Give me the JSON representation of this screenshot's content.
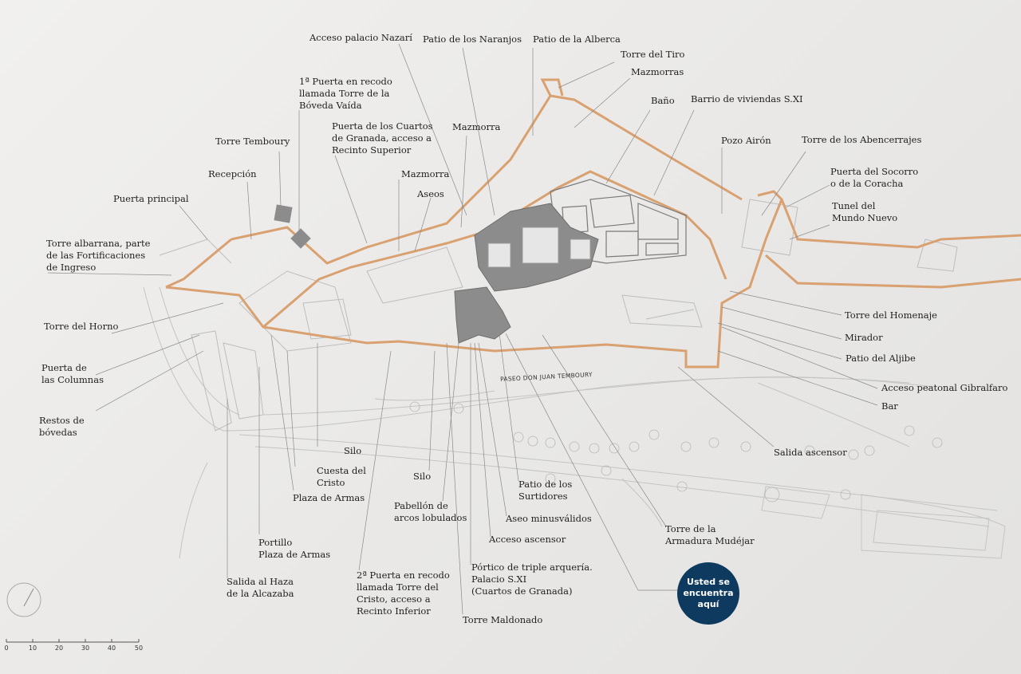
{
  "labels": {
    "acceso_palacio": "Acceso palacio Nazarí",
    "patio_naranjos": "Patio de los Naranjos",
    "patio_alberca": "Patio de la Alberca",
    "torre_tiro": "Torre del Tiro",
    "mazmorras": "Mazmorras",
    "primera_puerta": "1ª Puerta en recodo\nllamada Torre de la\nBóveda Vaída",
    "bano": "Baño",
    "barrio": "Barrio de viviendas S.XI",
    "puerta_cuartos": "Puerta de los Cuartos\nde Granada, acceso a\nRecinto Superior",
    "mazmorra_1": "Mazmorra",
    "torre_temboury": "Torre Temboury",
    "pozo_airon": "Pozo Airón",
    "torre_abencerrajes": "Torre de los Abencerrajes",
    "recepcion": "Recepción",
    "mazmorra_2": "Mazmorra",
    "puerta_socorro": "Puerta del Socorro\no de la Coracha",
    "aseos": "Aseos",
    "puerta_principal": "Puerta principal",
    "tunel": "Tunel del\nMundo Nuevo",
    "torre_albarrana": "Torre albarrana, parte\nde las Fortificaciones\nde Ingreso",
    "torre_homenaje": "Torre del Homenaje",
    "torre_horno": "Torre del Horno",
    "mirador": "Mirador",
    "patio_aljibe": "Patio del Aljibe",
    "puerta_columnas": "Puerta de\nlas Columnas",
    "acceso_peatonal": "Acceso peatonal Gibralfaro",
    "bar": "Bar",
    "restos_bovedas": "Restos de\nbóvedas",
    "salida_ascensor": "Salida ascensor",
    "silo_1": "Silo",
    "cuesta_cristo": "Cuesta del\nCristo",
    "silo_2": "Silo",
    "plaza_armas": "Plaza de Armas",
    "patio_surtidores": "Patio de los\nSurtidores",
    "pabellon": "Pabellón de\narcos lobulados",
    "aseo_minus": "Aseo minusválidos",
    "torre_armadura": "Torre de la\nArmadura Mudéjar",
    "portillo": "Portillo\nPlaza de Armas",
    "acceso_ascensor": "Acceso ascensor",
    "portico": "Pórtico de triple arquería.\nPalacio S.XI\n(Cuartos de Granada)",
    "salida_haza": "Salida al Haza\nde la Alcazaba",
    "segunda_puerta": "2ª Puerta en recodo\nllamada Torre del\nCristo, acceso a\nRecinto Inferior",
    "torre_maldonado": "Torre Maldonado"
  },
  "road_label": "PASEO DON JUAN TEMBOURY",
  "you_are_here": "Usted se\nencuentra\naquí",
  "scale_ticks": [
    "0",
    "10",
    "20",
    "30",
    "40",
    "50"
  ],
  "colors": {
    "wall": "#d9a070",
    "building": "#8c8c8c",
    "badge": "#0e3a5f"
  }
}
